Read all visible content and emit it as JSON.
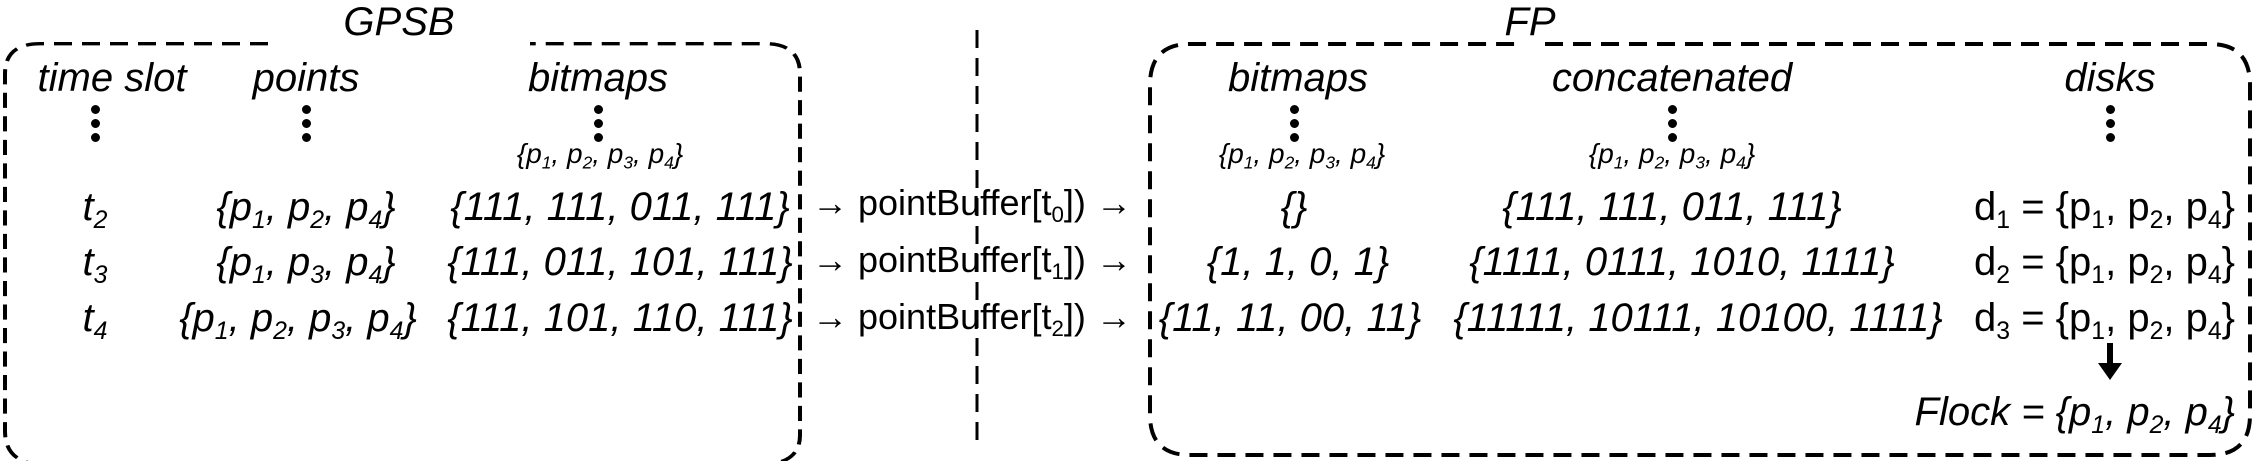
{
  "gpsb": {
    "title": "GPSB",
    "headers": {
      "time_slot": "time slot",
      "points": "points",
      "bitmaps": "bitmaps"
    },
    "bitmap_order": "{p_1, p_2, p_3, p_4}",
    "rows": [
      {
        "t": "t_2",
        "points": "{p_1, p_2, p_4}",
        "bitmaps": "{111, 111, 011, 111}"
      },
      {
        "t": "t_3",
        "points": "{p_1, p_3, p_4}",
        "bitmaps": "{111, 011, 101, 111}"
      },
      {
        "t": "t_4",
        "points": "{p_1, p_2, p_3, p_4}",
        "bitmaps": "{111, 101, 110, 111}"
      }
    ]
  },
  "transfer": [
    "→ pointBuffer[t_0]) →",
    "→ pointBuffer[t_1]) →",
    "→ pointBuffer[t_2]) →"
  ],
  "fp": {
    "title": "FP",
    "headers": {
      "bitmaps": "bitmaps",
      "concatenated": "concatenated",
      "disks": "disks"
    },
    "bitmap_order": "{p_1, p_2, p_3, p_4}",
    "concat_order": "{p_1, p_2, p_3, p_4}",
    "rows": [
      {
        "bitmaps": "{}",
        "concatenated": "{111, 111, 011, 111}",
        "disk": "d_1 = {p_1, p_2, p_4}"
      },
      {
        "bitmaps": "{1, 1, 0, 1}",
        "concatenated": "{1111, 0111, 1010, 1111}",
        "disk": "d_2 = {p_1, p_2, p_4}"
      },
      {
        "bitmaps": "{11, 11, 00, 11}",
        "concatenated": "{11111, 10111, 10100, 1111}",
        "disk": "d_3 = {p_1, p_2, p_4}"
      }
    ],
    "flock": "Flock = {p_1, p_2, p_4}"
  }
}
